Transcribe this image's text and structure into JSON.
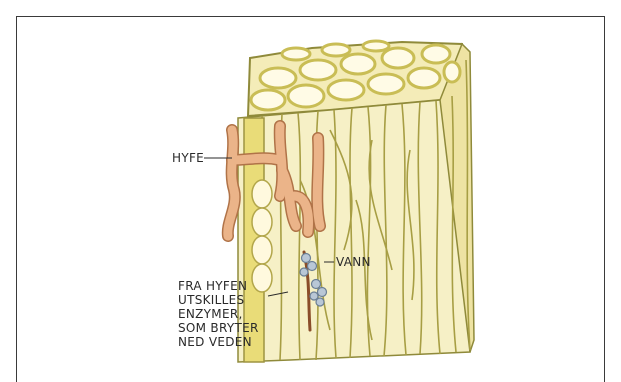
{
  "diagram": {
    "labels": {
      "hyphae": "HYFE",
      "water": "VANN",
      "enzymes": [
        "FRA HYFEN",
        "UTSKILLES",
        "ENZYMER,",
        "SOM BRYTER",
        "NED VEDEN"
      ]
    },
    "colors": {
      "wood_fill": "#f4ecb8",
      "wood_line": "#8f8a3a",
      "cell_wall": "#d9cf6e",
      "hyphae_fill": "#ebb489",
      "hyphae_line": "#b07348",
      "water_drop": "#b9c7d6",
      "frame": "#3a3a3a"
    }
  }
}
